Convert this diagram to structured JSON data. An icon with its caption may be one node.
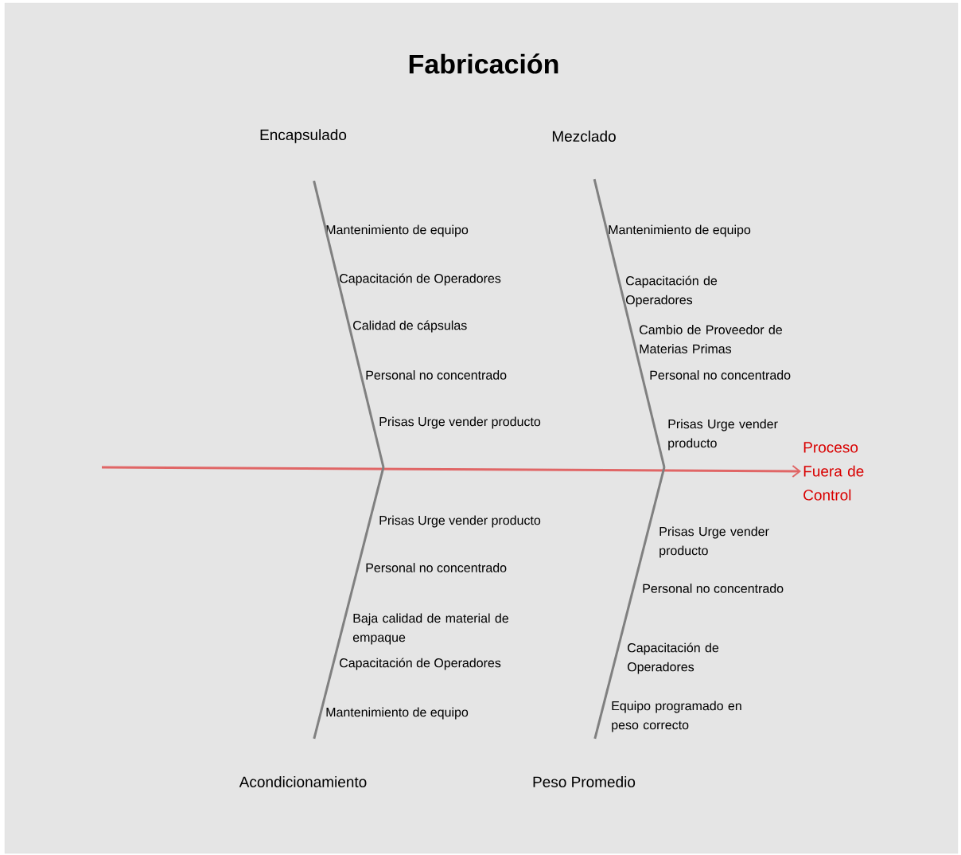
{
  "diagram": {
    "title": "Fabricación",
    "nodes": [
      {
        "text": [
          "Encapsulado"
        ]
      },
      {
        "text": [
          "Mezclado"
        ]
      },
      {
        "text": [
          "Acondicionamiento"
        ]
      },
      {
        "text": [
          "Peso Promedio"
        ]
      },
      {
        "text": [
          "Proceso Fuera de Control"
        ]
      }
    ],
    "edges": [
      {
        "from": null,
        "to": 4,
        "arrow": "to",
        "color": "#e06666"
      },
      {
        "from": 0,
        "to": null,
        "arrow": "none"
      },
      {
        "from": 1,
        "to": null,
        "arrow": "none"
      },
      {
        "from": 2,
        "to": null,
        "arrow": "none"
      },
      {
        "from": 3,
        "to": null,
        "arrow": "none"
      }
    ],
    "labels": [
      "Mantenimiento de equipo",
      "Capacitación de Operadores",
      "Calidad de cápsulas",
      "Personal no concentrado",
      "Prisas Urge vender producto",
      "Mantenimiento de equipo",
      "Capacitación de Operadores",
      "Cambio de Proveedor de Materias Primas",
      "Personal no concentrado",
      "Prisas Urge vender producto",
      "Prisas Urge vender producto",
      "Personal no concentrado",
      "Baja calidad de material de empaque",
      "Capacitación de Operadores",
      "Mantenimiento de equipo",
      "Prisas Urge vender producto",
      "Personal no concentrado",
      "Capacitación de Operadores",
      "Equipo programado en peso correcto"
    ]
  }
}
